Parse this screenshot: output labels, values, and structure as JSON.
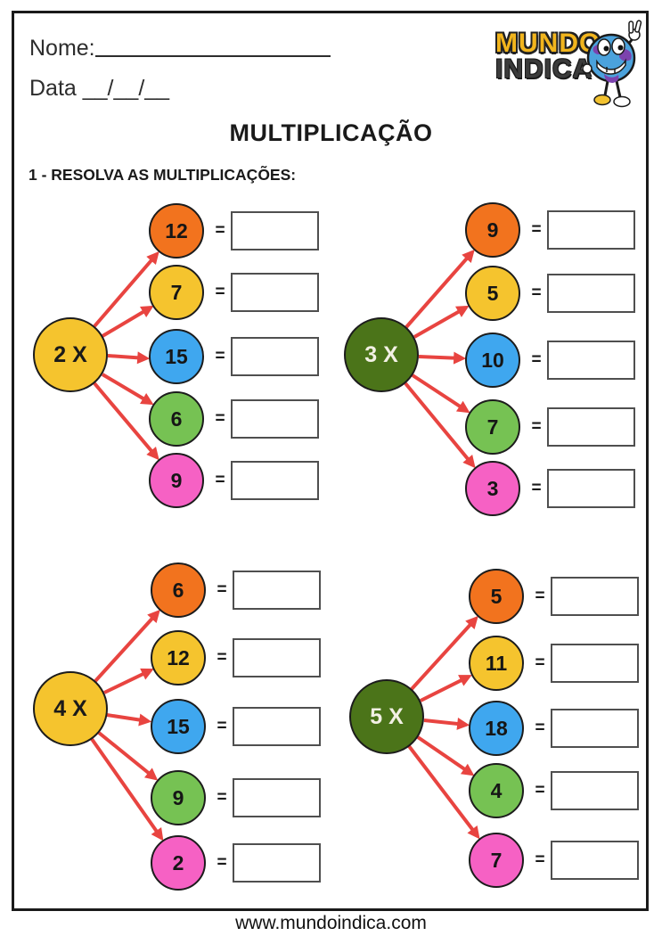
{
  "page": {
    "background": "#ffffff",
    "border_color": "#1a1a1a"
  },
  "header": {
    "name_label": "Nome:",
    "date_label": "Data __/__/__",
    "logo": {
      "word1": "MUNDO",
      "word2": "INDICA",
      "word1_color": "#F2B51D",
      "word2_color": "#3b3b3b",
      "mascot_icon": "globe-cartoon-peace-sign"
    }
  },
  "title": "MULTIPLICAÇÃO",
  "instruction": "1 - RESOLVA AS MULTIPLICAÇÕES:",
  "equals": "=",
  "arrow_color": "#E84440",
  "clusters": [
    {
      "multiplier": "2 X",
      "circle_color": "#F5C42E",
      "label_color": "#1a1a1a",
      "items": [
        {
          "value": "12",
          "color": "#F2731E"
        },
        {
          "value": "7",
          "color": "#F5C42E"
        },
        {
          "value": "15",
          "color": "#3FA7EF"
        },
        {
          "value": "6",
          "color": "#76C253"
        },
        {
          "value": "9",
          "color": "#F661C4"
        }
      ]
    },
    {
      "multiplier": "3 X",
      "circle_color": "#4B7419",
      "label_color": "#F2F0E4",
      "items": [
        {
          "value": "9",
          "color": "#F2731E"
        },
        {
          "value": "5",
          "color": "#F5C42E"
        },
        {
          "value": "10",
          "color": "#3FA7EF"
        },
        {
          "value": "7",
          "color": "#76C253"
        },
        {
          "value": "3",
          "color": "#F661C4"
        }
      ]
    },
    {
      "multiplier": "4 X",
      "circle_color": "#F5C42E",
      "label_color": "#1a1a1a",
      "items": [
        {
          "value": "6",
          "color": "#F2731E"
        },
        {
          "value": "12",
          "color": "#F5C42E"
        },
        {
          "value": "15",
          "color": "#3FA7EF"
        },
        {
          "value": "9",
          "color": "#76C253"
        },
        {
          "value": "2",
          "color": "#F661C4"
        }
      ]
    },
    {
      "multiplier": "5 X",
      "circle_color": "#4B7419",
      "label_color": "#F2F0E4",
      "items": [
        {
          "value": "5",
          "color": "#F2731E"
        },
        {
          "value": "11",
          "color": "#F5C42E"
        },
        {
          "value": "18",
          "color": "#3FA7EF"
        },
        {
          "value": "4",
          "color": "#76C253"
        },
        {
          "value": "7",
          "color": "#F661C4"
        }
      ]
    }
  ],
  "footer": {
    "url": "www.mundoindica.com"
  }
}
